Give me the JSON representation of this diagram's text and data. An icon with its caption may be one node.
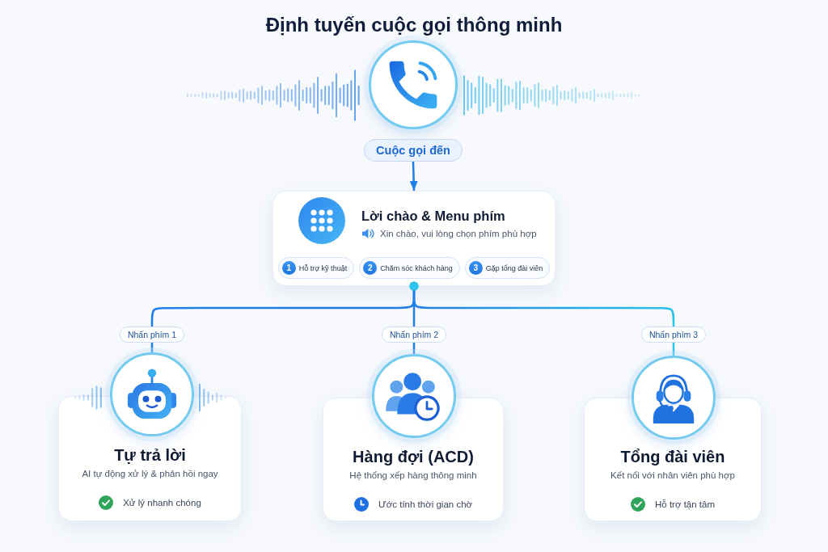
{
  "diagram": {
    "title": "Định tuyến cuộc gọi thông minh",
    "nodes": [
      {
        "text": [],
        "shape": "circle"
      },
      {
        "text": [
          "Cuộc gọi đến"
        ]
      },
      {
        "text": [
          "Lời chào & Menu phím",
          "Xin chào, vui lòng chọn phím phù hợp"
        ]
      },
      {
        "text": [
          "1",
          "Hỗ trợ kỹ thuật"
        ],
        "in": 2
      },
      {
        "text": [
          "2",
          "Chăm sóc khách hàng"
        ],
        "in": 2
      },
      {
        "text": [
          "3",
          "Gặp tổng đài viên"
        ],
        "in": 2
      },
      {
        "text": [],
        "shape": "circle"
      },
      {
        "text": [
          "Tự trả lời",
          "AI tự động xử lý & phản hồi ngay",
          "Xử lý nhanh chóng"
        ]
      },
      {
        "text": [],
        "shape": "circle"
      },
      {
        "text": [
          "Hàng đợi (ACD)",
          "Hệ thống xếp hàng thông minh",
          "Ước tính thời gian chờ"
        ]
      },
      {
        "text": [],
        "shape": "circle"
      },
      {
        "text": [
          "Tổng đài viên",
          "Kết nối với nhân viên phù hợp",
          "Hỗ trợ tận tâm"
        ]
      }
    ],
    "edges": [
      {
        "from": 1,
        "to": 2,
        "arrow": "to"
      },
      {
        "from": 2,
        "to": 6,
        "arrow": "other",
        "label": "Nhấn phím 1"
      },
      {
        "from": 2,
        "to": 8,
        "arrow": "other",
        "label": "Nhấn phím 2"
      },
      {
        "from": 2,
        "to": 10,
        "arrow": "other",
        "label": "Nhấn phím 3",
        "color": "#2bc4ea"
      }
    ]
  }
}
